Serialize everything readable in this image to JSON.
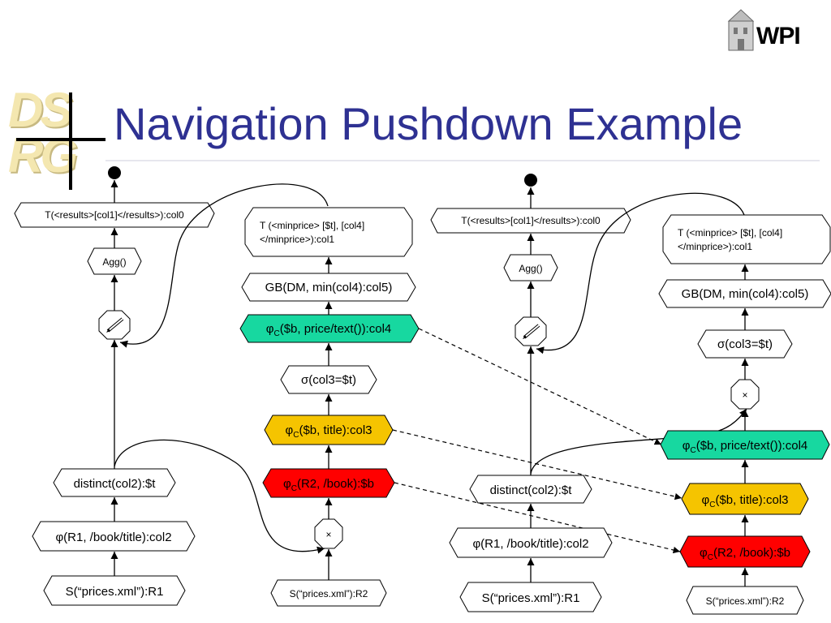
{
  "title": "Navigation Pushdown Example",
  "logos": {
    "left": "DSRG",
    "right": "WPI"
  },
  "colors": {
    "title": "#2e3192",
    "teal": "#17d8a0",
    "yellow": "#f5c400",
    "red": "#ff0000",
    "line": "#000000"
  },
  "left_plan": {
    "tag_root": "T(<results>[col1]</results>):col0",
    "agg": "Agg()",
    "link_icon": "pencil-icon",
    "distinct": "distinct(col2):$t",
    "navigate_title": "(R1, /book/title):col2",
    "source1": "S(“prices.xml”):R1",
    "tag_minprice_line1": "T (<minprice> [$t], [col4]",
    "tag_minprice_line2": "</minprice>):col1",
    "groupby": "GB(DM, min(col4):col5)",
    "navigate_price": "($b, price/text()):col4",
    "select": "(col3=$t)",
    "navigate_title2": "($b, title):col3",
    "navigate_book": "(R2, /book):$b",
    "join": "×",
    "source2": "S(“prices.xml”):R2"
  },
  "right_plan": {
    "tag_root": "T(<results>[col1]</results>):col0",
    "agg": "Agg()",
    "link_icon": "pencil-icon",
    "distinct": "distinct(col2):$t",
    "navigate_title": "(R1, /book/title):col2",
    "source1": "S(“prices.xml”):R1",
    "tag_minprice_line1": "T (<minprice> [$t], [col4]",
    "tag_minprice_line2": "</minprice>):col1",
    "groupby": "GB(DM, min(col4):col5)",
    "select": "(col3=$t)",
    "join": "×",
    "navigate_price": "($b, price/text()):col4",
    "navigate_title2": "($b, title):col3",
    "navigate_book": "(R2, /book):$b",
    "source2": "S(“prices.xml”):R2"
  },
  "symbols": {
    "phi": "φ",
    "sigma": "σ",
    "sub_c": "C"
  }
}
